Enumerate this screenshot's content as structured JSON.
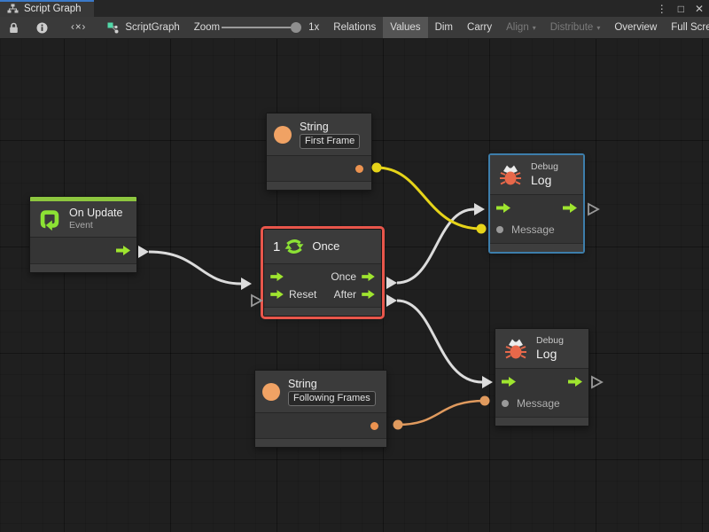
{
  "window": {
    "tab_title": "Script Graph",
    "controls": {
      "menu_glyph": "⋮",
      "maximize_glyph": "□",
      "close_glyph": "✕"
    }
  },
  "toolbar": {
    "lock_icon": "lock-icon",
    "info_icon": "info-icon",
    "code_toggle_glyph": "‹×›",
    "graph_name": "ScriptGraph",
    "zoom_label": "Zoom",
    "zoom_value": "1x",
    "dropdown_glyph": "▾",
    "buttons": [
      {
        "label": "Relations",
        "state": "normal"
      },
      {
        "label": "Values",
        "state": "active"
      },
      {
        "label": "Dim",
        "state": "normal"
      },
      {
        "label": "Carry",
        "state": "normal"
      },
      {
        "label": "Align",
        "state": "disabled",
        "dropdown": true
      },
      {
        "label": "Distribute",
        "state": "disabled",
        "dropdown": true
      },
      {
        "label": "Overview",
        "state": "normal"
      },
      {
        "label": "Full Screen",
        "state": "normal"
      }
    ]
  },
  "graph": {
    "nodes": {
      "on_update": {
        "title": "On Update",
        "subtitle": "Event"
      },
      "string_first": {
        "title": "String",
        "value": "First Frame"
      },
      "once": {
        "icon_number": "1",
        "title": "Once",
        "ports": {
          "once": "Once",
          "reset": "Reset",
          "after": "After"
        }
      },
      "debug_top": {
        "title_small": "Debug",
        "title": "Log",
        "message_label": "Message"
      },
      "string_following": {
        "title": "String",
        "value": "Following Frames"
      },
      "debug_bottom": {
        "title_small": "Debug",
        "title": "Log",
        "message_label": "Message"
      }
    },
    "colors": {
      "flow_green": "#9fe52f",
      "event_green": "#8dc63f",
      "selection_red": "#e8564b",
      "highlight_blue": "#3d7eab",
      "string_orange": "#f0a264",
      "bug_orange": "#e8684a",
      "wire_white": "#dcdcdc",
      "wire_yellow": "#e6d419",
      "wire_orange": "#e09a5e",
      "hollow_port_gray": "#9a9a9a"
    }
  }
}
